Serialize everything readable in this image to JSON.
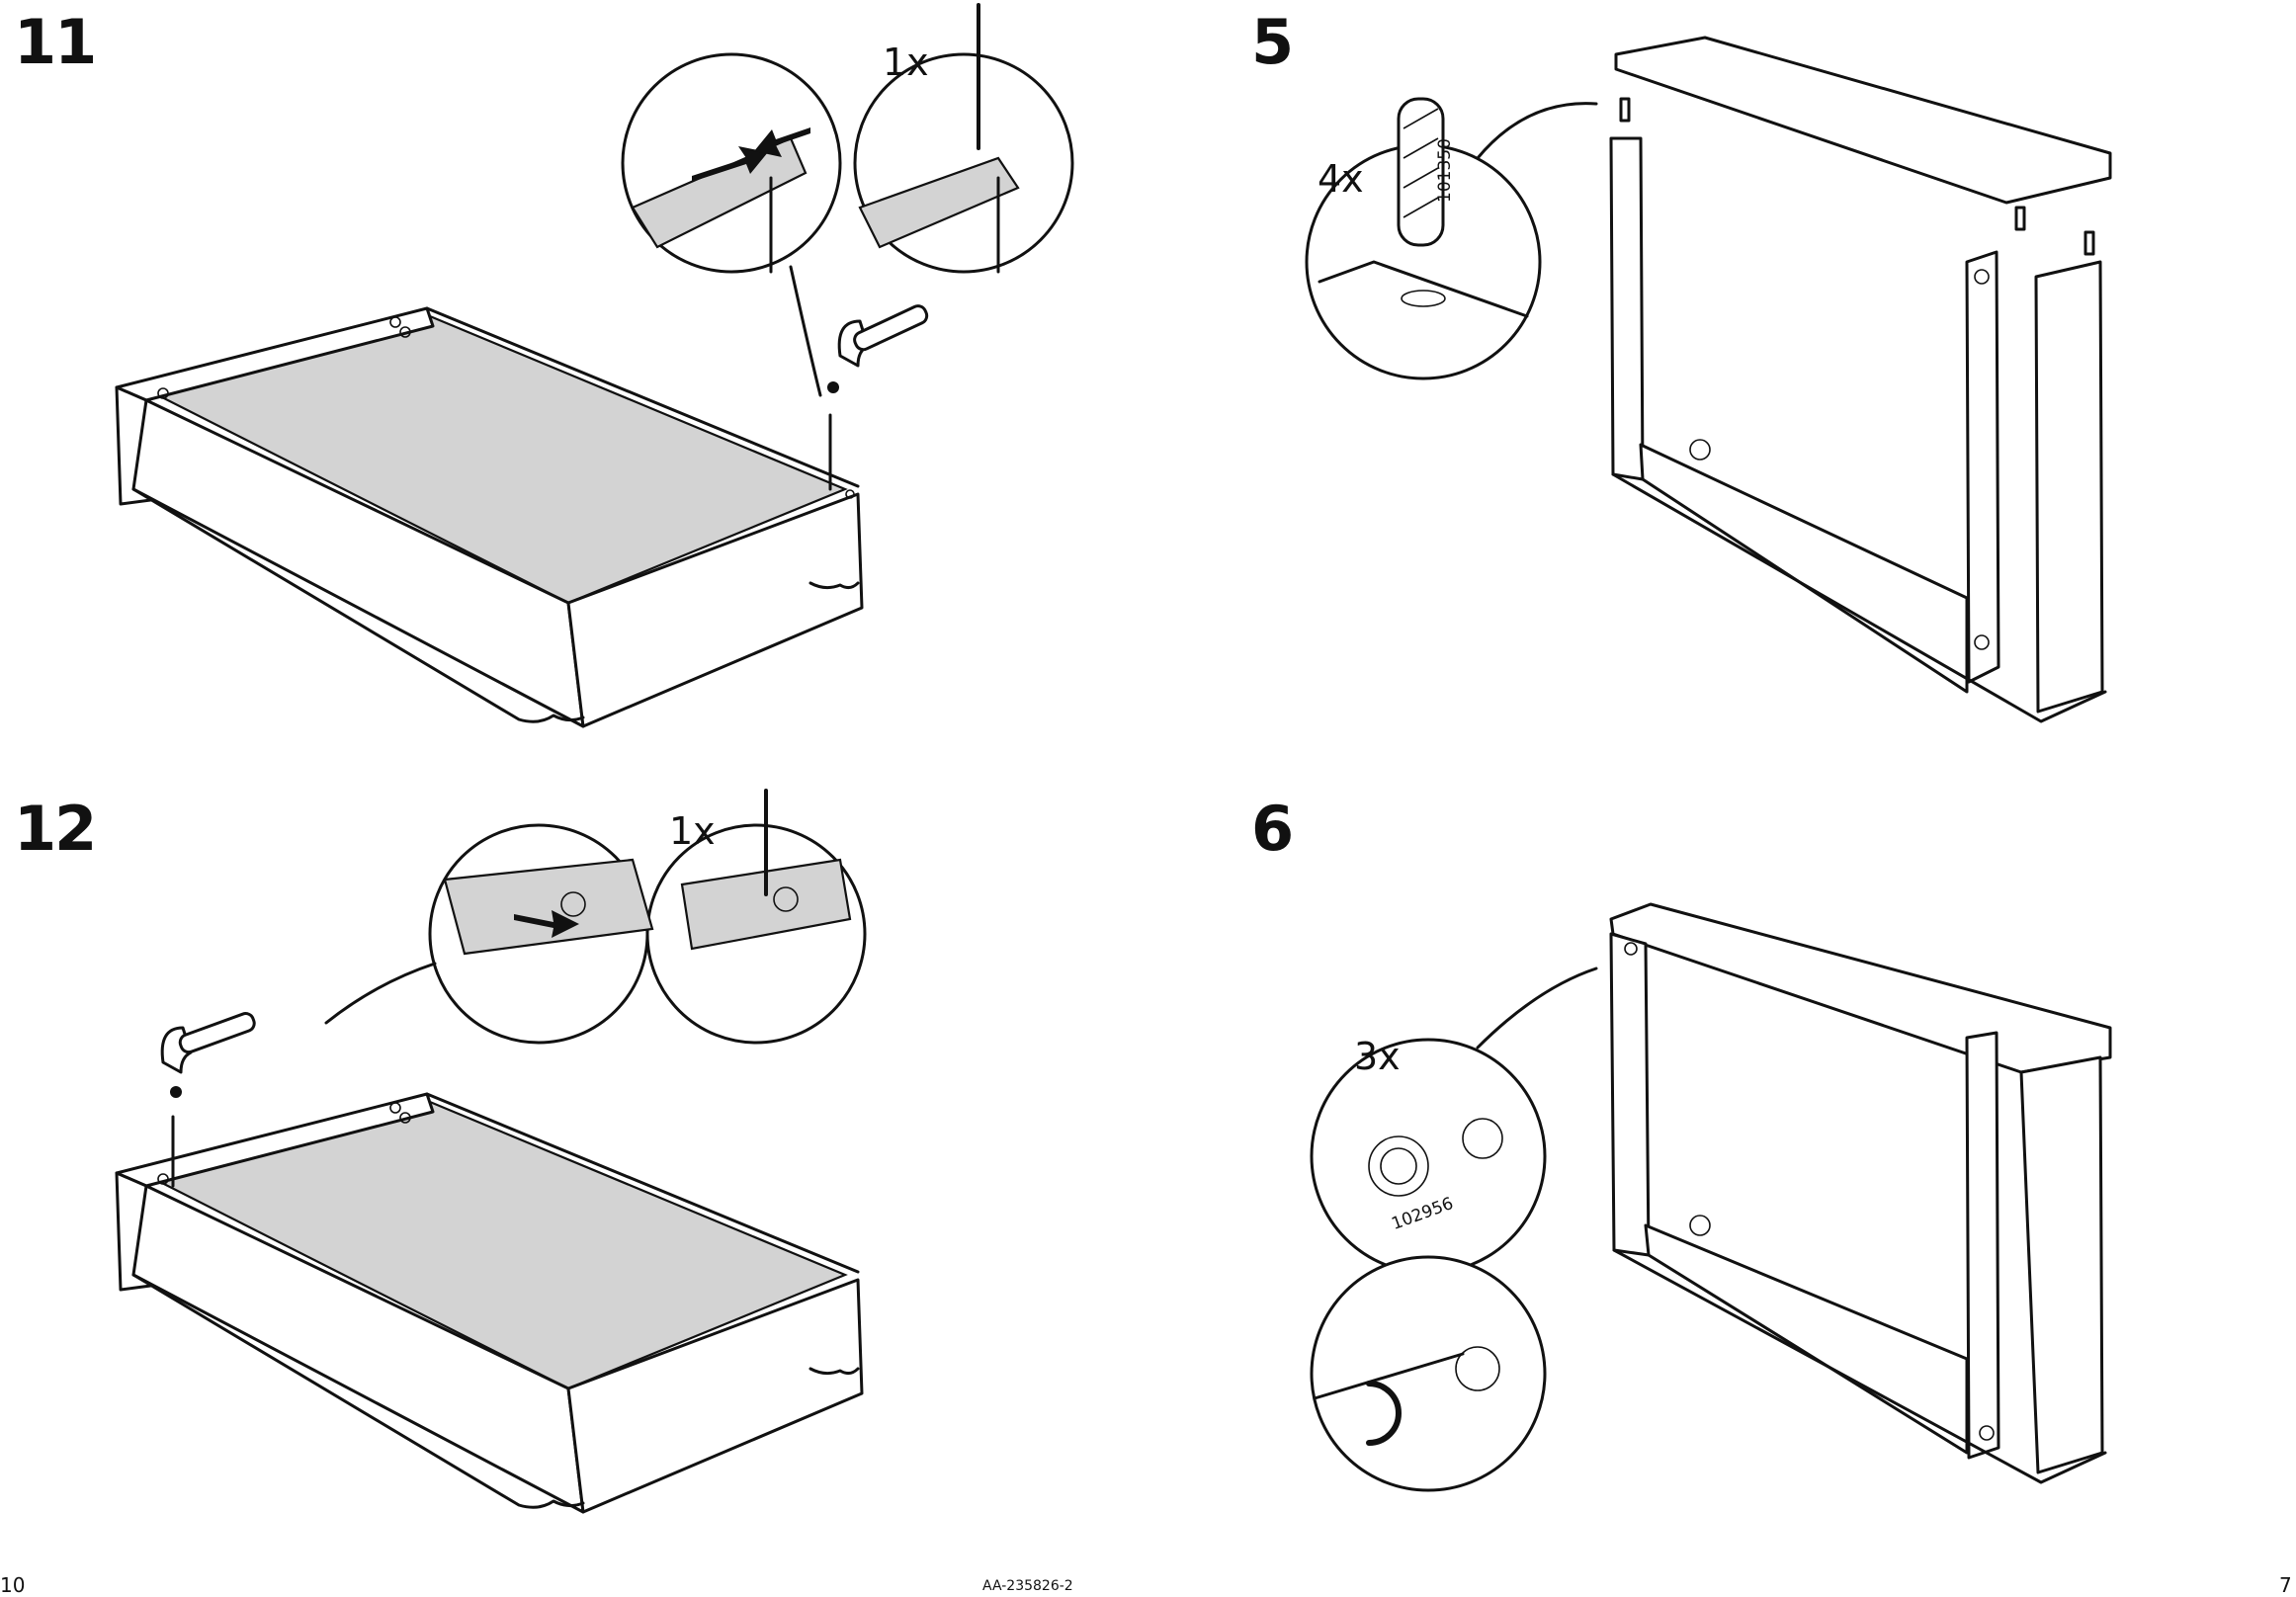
{
  "steps": [
    {
      "number": "11",
      "quantity": "1x"
    },
    {
      "number": "12",
      "quantity": "1x"
    },
    {
      "number": "5",
      "quantity": "4x",
      "part_number": "101350"
    },
    {
      "number": "6",
      "quantity": "3x",
      "part_number": "102956"
    }
  ],
  "footer": {
    "left_page": "10",
    "document_id": "AA-235826-2",
    "right_page": "7"
  }
}
